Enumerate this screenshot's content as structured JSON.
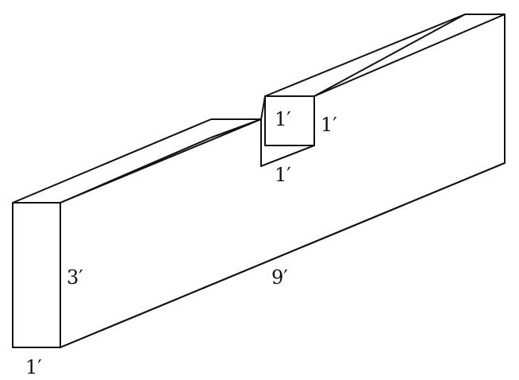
{
  "figure": {
    "labels": {
      "notch_width": "1′",
      "notch_height": "1′",
      "notch_depth": "1′",
      "end_height": "3′",
      "length": "9′",
      "end_width": "1′"
    }
  }
}
